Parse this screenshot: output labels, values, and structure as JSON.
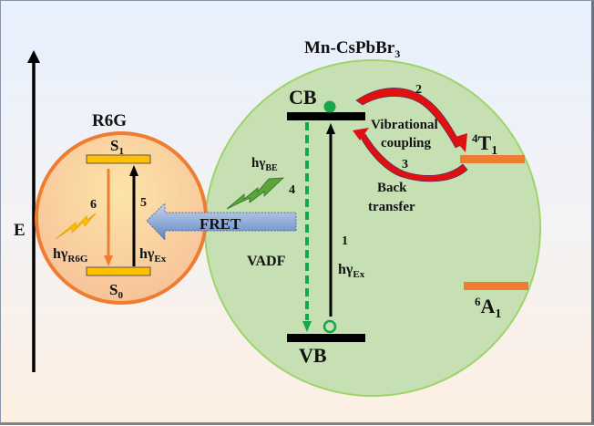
{
  "axis": {
    "label": "E"
  },
  "r6g": {
    "title": "R6G",
    "s1": "S",
    "s1_sub": "1",
    "s0": "S",
    "s0_sub": "0",
    "step6": "6",
    "step5": "5",
    "emission": "hγ",
    "emission_sub": "R6G",
    "excitation": "hγ",
    "excitation_sub": "Ex"
  },
  "fret": {
    "label": "FRET"
  },
  "mn": {
    "title": "Mn-CsPbBr",
    "title_sub": "3",
    "cb": "CB",
    "vb": "VB",
    "be": "hγ",
    "be_sub": "BE",
    "step4": "4",
    "vadf": "VADF",
    "step1": "1",
    "excitation": "hγ",
    "excitation_sub": "Ex",
    "step2": "2",
    "vib1": "Vibrational",
    "vib2": "coupling",
    "step3": "3",
    "back1": "Back",
    "back2": "transfer",
    "t1_sup": "4",
    "t1": "T",
    "t1_sub": "1",
    "a1_sup": "6",
    "a1": "A",
    "a1_sub": "1"
  },
  "colors": {
    "level_yellow": "#f7b800",
    "level_orange": "#ee7d31",
    "green": "#17a64a",
    "red": "#e01010"
  }
}
